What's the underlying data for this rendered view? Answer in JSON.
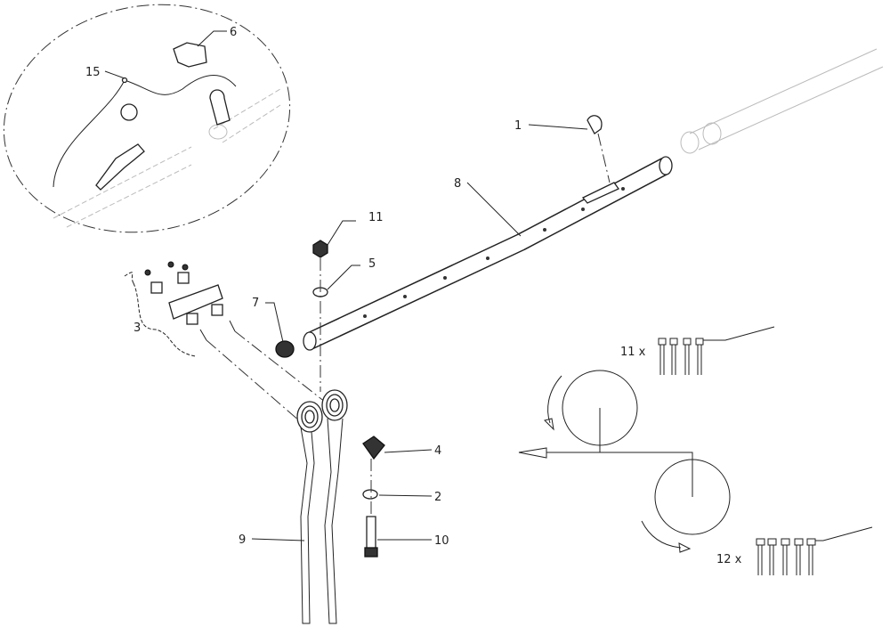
{
  "title": "Tine bar assembly exploded view",
  "callouts": {
    "p1": "1",
    "p2": "2",
    "p3": "3",
    "p4": "4",
    "p5": "5",
    "p6": "6",
    "p7": "7",
    "p8": "8",
    "p9": "9",
    "p10": "10",
    "p11": "11",
    "p15": "15"
  },
  "legend": {
    "count_11": "11  x",
    "count_12": "12  x"
  }
}
